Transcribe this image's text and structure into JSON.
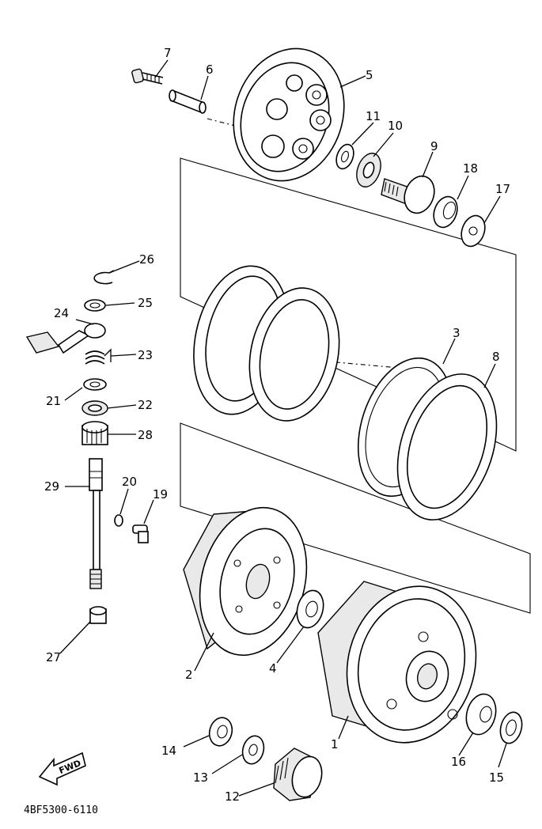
{
  "diagram": {
    "code": "4BF5300-6110",
    "fwd_label": "FWD",
    "callouts": {
      "c1": "1",
      "c2": "2",
      "c3": "3",
      "c4": "4",
      "c5": "5",
      "c6": "6",
      "c7": "7",
      "c8": "8",
      "c9": "9",
      "c10": "10",
      "c11": "11",
      "c12": "12",
      "c13": "13",
      "c14": "14",
      "c15": "15",
      "c16": "16",
      "c17": "17",
      "c18": "18",
      "c19": "19",
      "c20": "20",
      "c21": "21",
      "c22": "22",
      "c23": "23",
      "c24": "24",
      "c25": "25",
      "c26": "26",
      "c27": "27",
      "c28": "28",
      "c29": "29"
    }
  }
}
